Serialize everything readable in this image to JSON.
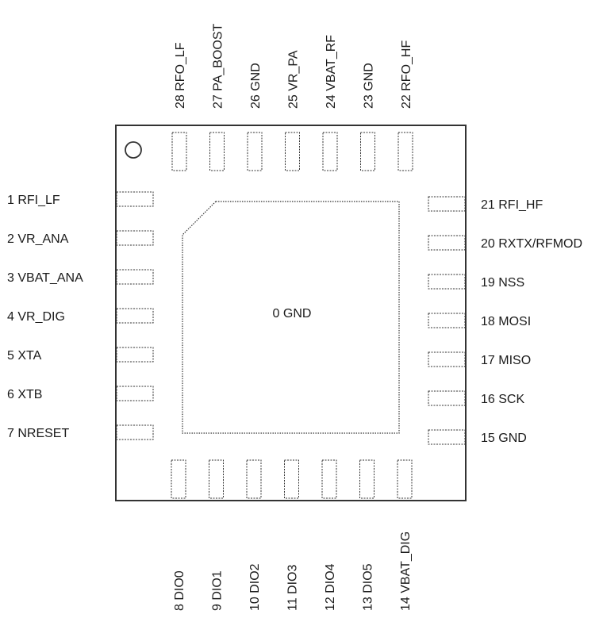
{
  "left_pins": [
    {
      "num": "1",
      "name": "RFI_LF"
    },
    {
      "num": "2",
      "name": "VR_ANA"
    },
    {
      "num": "3",
      "name": "VBAT_ANA"
    },
    {
      "num": "4",
      "name": "VR_DIG"
    },
    {
      "num": "5",
      "name": "XTA"
    },
    {
      "num": "6",
      "name": "XTB"
    },
    {
      "num": "7",
      "name": "NRESET"
    }
  ],
  "bottom_pins": [
    {
      "num": "8",
      "name": "DIO0"
    },
    {
      "num": "9",
      "name": "DIO1"
    },
    {
      "num": "10",
      "name": "DIO2"
    },
    {
      "num": "11",
      "name": "DIO3"
    },
    {
      "num": "12",
      "name": "DIO4"
    },
    {
      "num": "13",
      "name": "DIO5"
    },
    {
      "num": "14",
      "name": "VBAT_DIG"
    }
  ],
  "right_pins": [
    {
      "num": "15",
      "name": "GND"
    },
    {
      "num": "16",
      "name": "SCK"
    },
    {
      "num": "17",
      "name": "MISO"
    },
    {
      "num": "18",
      "name": "MOSI"
    },
    {
      "num": "19",
      "name": "NSS"
    },
    {
      "num": "20",
      "name": "RXTX/RFMOD"
    },
    {
      "num": "21",
      "name": "RFI_HF"
    }
  ],
  "top_pins": [
    {
      "num": "22",
      "name": "RFO_HF"
    },
    {
      "num": "23",
      "name": "GND"
    },
    {
      "num": "24",
      "name": "VBAT_RF"
    },
    {
      "num": "25",
      "name": "VR_PA"
    },
    {
      "num": "26",
      "name": "GND"
    },
    {
      "num": "27",
      "name": "PA_BOOST"
    },
    {
      "num": "28",
      "name": "RFO_LF"
    }
  ],
  "center_pad": {
    "num": "0",
    "name": "GND"
  }
}
